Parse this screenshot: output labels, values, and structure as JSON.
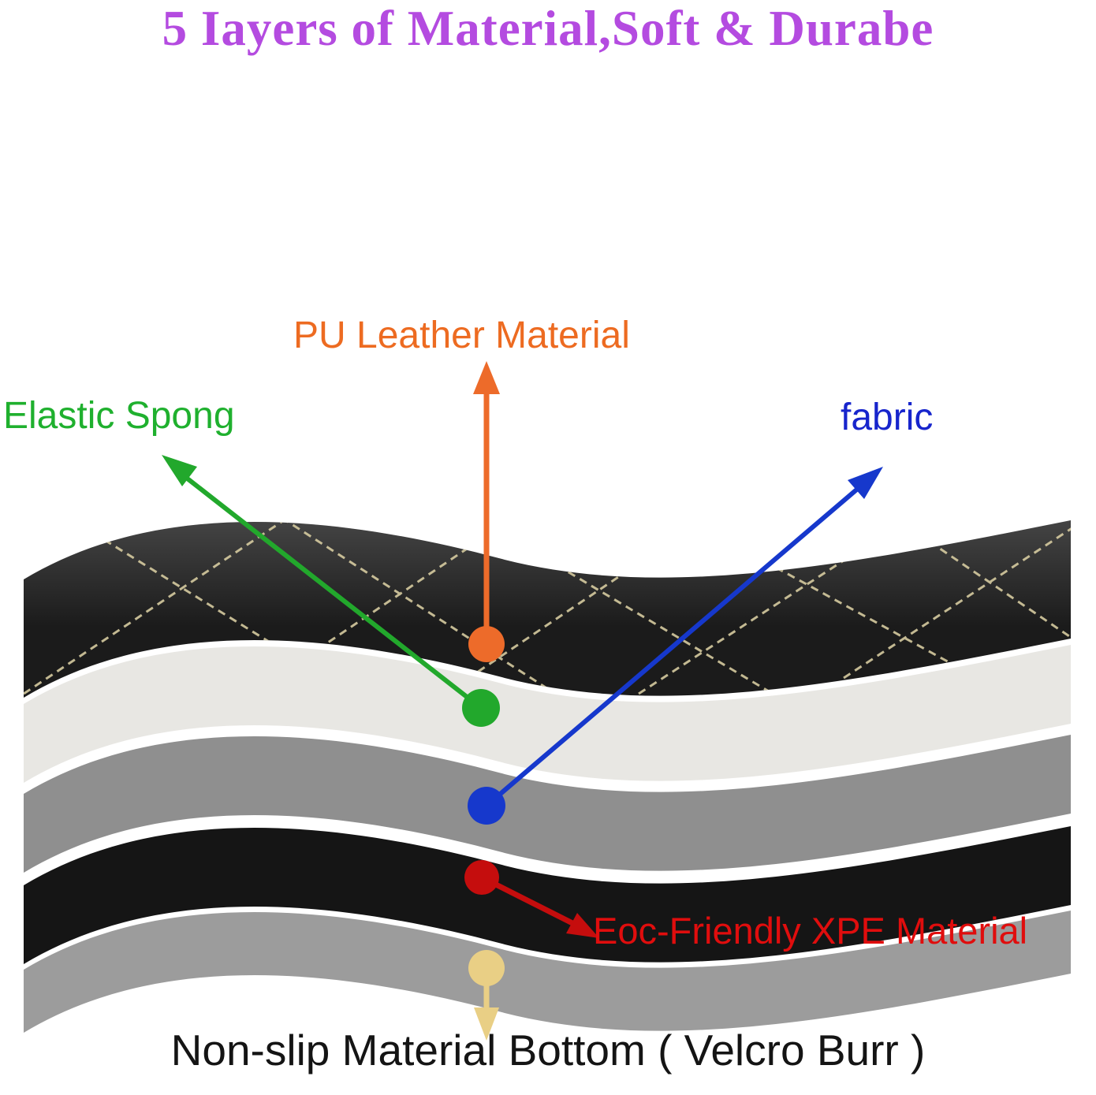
{
  "title": {
    "text": "5 Iayers of Material,Soft & Durabe",
    "color": "#b44be0"
  },
  "labels": {
    "pu_leather": {
      "text": "PU Leather Material",
      "color": "#ed6b21"
    },
    "elastic_sponge": {
      "text": "Elastic Spong",
      "color": "#1fb02e"
    },
    "fabric": {
      "text": "fabric",
      "color": "#1725cc"
    },
    "xpe": {
      "text": "Eoc-Friendly XPE Material",
      "color": "#e00d0d"
    },
    "non_slip_bottom": {
      "text": "Non-slip Material Bottom ( Velcro Burr )",
      "color": "#141414"
    }
  },
  "layers": [
    {
      "name": "PU leather top layer",
      "color": "#1b1b1b"
    },
    {
      "name": "elastic sponge layer",
      "color": "#e8e7e3"
    },
    {
      "name": "fabric layer",
      "color": "#8f8f8f"
    },
    {
      "name": "XPE foam layer",
      "color": "#151515"
    },
    {
      "name": "non-slip bottom layer",
      "color": "#9c9c9c"
    }
  ],
  "markers": {
    "pu_leather": {
      "color": "#ed6b2a"
    },
    "elastic_sponge": {
      "color": "#22a82c"
    },
    "fabric": {
      "color": "#1638cc"
    },
    "xpe": {
      "color": "#c50d0d"
    },
    "non_slip": {
      "color": "#e9cf85"
    }
  },
  "stitch_color": "#d6cba0"
}
